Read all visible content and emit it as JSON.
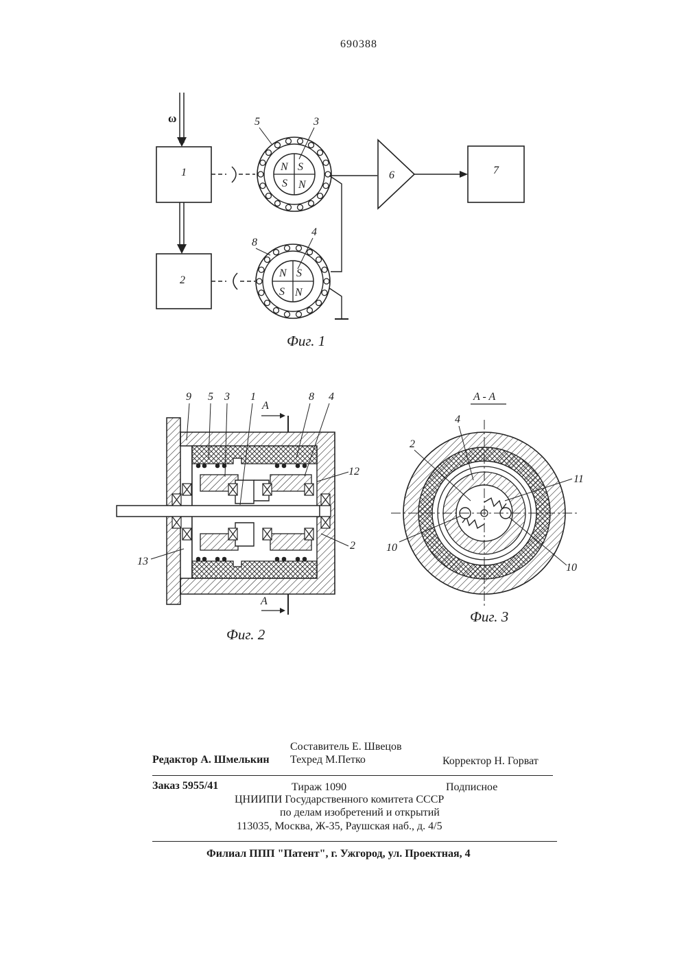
{
  "page_number": "690388",
  "fig1": {
    "caption": "Фиг. 1",
    "omega": "ω",
    "block1": "1",
    "block2": "2",
    "amp": "6",
    "block7": "7",
    "coil_top": {
      "label_coil": "5",
      "label_magnet": "3",
      "poles": [
        "N",
        "S",
        "S",
        "N"
      ]
    },
    "coil_bottom": {
      "label_coil": "8",
      "label_magnet": "4",
      "poles": [
        "N",
        "S",
        "S",
        "N"
      ]
    }
  },
  "fig2": {
    "caption": "Фиг. 2",
    "section_top": "A",
    "section_bottom": "A",
    "labels": [
      "9",
      "5",
      "3",
      "1",
      "8",
      "4",
      "12",
      "2",
      "13"
    ]
  },
  "fig3": {
    "caption": "Фиг. 3",
    "title": "A - A",
    "labels": [
      "2",
      "4",
      "11",
      "10",
      "10"
    ]
  },
  "imprint": {
    "compiler": "Составитель Е. Швецов",
    "editor": "Редактор А. Шмелькин",
    "techred": "Техред  М.Петко",
    "corrector": "Корректор  Н. Горват",
    "order": "Заказ 5955/41",
    "circulation": "Тираж 1090",
    "subscription": "Подписное",
    "org1": "ЦНИИПИ Государственного комитета СССР",
    "org2": "по делам изобретений и открытий",
    "address": "113035, Москва, Ж-35, Раушская наб., д. 4/5",
    "branch": "Филиал ППП \"Патент\", г. Ужгород, ул. Проектная, 4"
  }
}
